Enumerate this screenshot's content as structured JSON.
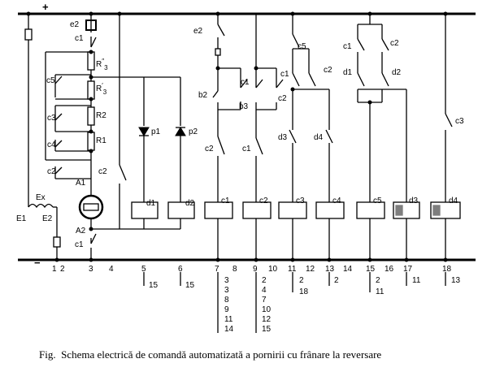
{
  "diagram": {
    "supply": {
      "plus": "+",
      "minus": "−"
    },
    "labels": {
      "e2": "e2",
      "e2b": "e2",
      "c1": "c1",
      "r3a": "R",
      "r3b": "R",
      "r3a_sup": "″",
      "r3b_sup": "′",
      "r3_sub": "3",
      "c5": "c5",
      "c3": "c3",
      "c4": "c4",
      "r2": "R2",
      "r1": "R1",
      "c2": "c2",
      "a1": "A1",
      "a2": "A2",
      "c2b": "c2",
      "c1b": "c1",
      "e1": "E1",
      "e2s": "E2",
      "ex": "Ex",
      "p1": "p1",
      "p2": "p2",
      "d1": "d1",
      "d2": "d2",
      "b2": "b2",
      "b3": "b3",
      "c1c": "c1",
      "c2c": "c2",
      "c2d": "c2",
      "c1d": "c1",
      "k_c5": "c5",
      "k_c1": "c1",
      "k_c2": "c2",
      "k_d3": "d3",
      "k_d4": "d4",
      "m_c1": "c1",
      "m_c2": "c2",
      "m_d1": "d1",
      "m_d2": "d2",
      "m_c3": "c3",
      "coil_c1": "c1",
      "coil_c2": "c2",
      "coil_c3": "c3",
      "coil_c4": "c4",
      "coil_c5": "c5",
      "coil_d1": "d1",
      "coil_d2": "d2",
      "coil_d3": "d3",
      "coil_d4": "d4"
    },
    "line_numbers": [
      "1",
      "2",
      "3",
      "4",
      "5",
      "6",
      "7",
      "8",
      "9",
      "10",
      "11",
      "12",
      "13",
      "14",
      "15",
      "16",
      "17",
      "18"
    ],
    "refs": {
      "r5": "15",
      "r6": "15",
      "r7": [
        "3",
        "3",
        "8",
        "9",
        "11",
        "14"
      ],
      "r9": [
        "2",
        "4",
        "7",
        "10",
        "12",
        "15"
      ],
      "r11": [
        "2",
        "18"
      ],
      "r13": "2",
      "r15": [
        "2",
        "11"
      ],
      "r17": "11",
      "r18": "13"
    }
  },
  "caption": {
    "prefix": "Fig.",
    "text": "Schema electrică de comandă automatizată a pornirii cu frânare la reversare"
  }
}
